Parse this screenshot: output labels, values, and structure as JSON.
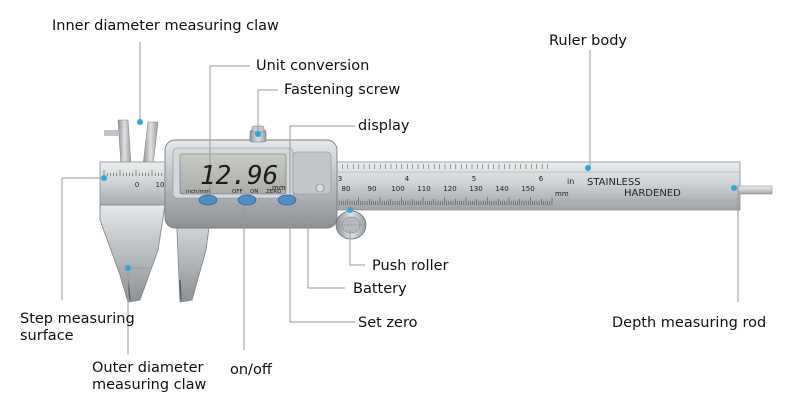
{
  "labels": {
    "inner_claw": "Inner diameter measuring claw",
    "unit_conversion": "Unit conversion",
    "fastening_screw": "Fastening screw",
    "display": "display",
    "ruler_body": "Ruler body",
    "push_roller": "Push roller",
    "battery": "Battery",
    "set_zero": "Set zero",
    "step_surface_line1": "Step measuring",
    "step_surface_line2": "surface",
    "depth_rod": "Depth measuring rod",
    "outer_claw_line1": "Outer diameter",
    "outer_claw_line2": "measuring claw",
    "on_off": "on/off"
  },
  "device": {
    "reading": "12.96",
    "reading_unit": "mm",
    "button_labels": [
      "inch/mm",
      "OFF",
      "ON",
      "ZERO"
    ],
    "ruler_text_line1": "STAINLESS",
    "ruler_text_line2": "HARDENED",
    "inch_unit": "in",
    "mm_unit": "mm",
    "mm_scale_left": [
      "0",
      "10"
    ],
    "mm_scale_right": [
      "80",
      "90",
      "100",
      "110",
      "120",
      "130",
      "140",
      "150"
    ],
    "inch_scale": [
      "3",
      "4",
      "5",
      "6"
    ]
  },
  "colors": {
    "leader_line": "#9a9a9a",
    "marker_dot": "#2aa8e0",
    "steel": "#c8cacc"
  }
}
